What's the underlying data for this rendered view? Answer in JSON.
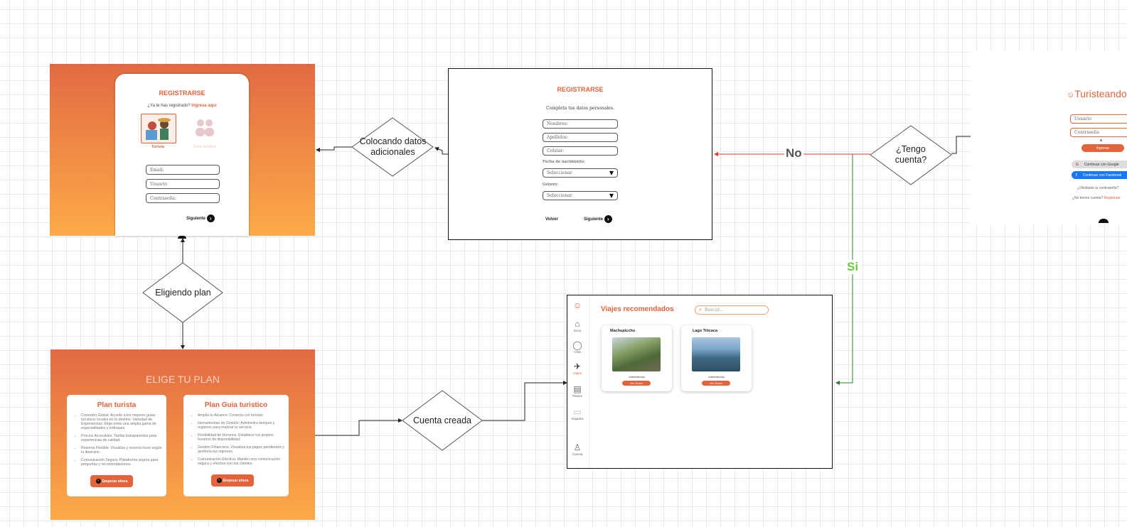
{
  "colors": {
    "accent": "#e4633b",
    "no_edge": "#e53935",
    "si_edge": "#2e7d32",
    "si_label": "#66cc44"
  },
  "diamonds": {
    "adicionales": "Colocando datos adicionales",
    "tengo": "¿Tengo cuenta?",
    "eligiendo": "Eligiendo plan",
    "creada": "Cuenta creada"
  },
  "edges": {
    "no": "No",
    "si": "Si"
  },
  "register1": {
    "title": "REGISTRARSE",
    "question": "¿Ya te has registrado?",
    "login_link": "Ingresa aquí",
    "role_tourist": "Turista",
    "role_guide": "Guía turístico",
    "email": "Email:",
    "user": "Usuario",
    "password": "Contraseña:",
    "next": "Siguiente"
  },
  "register2": {
    "title": "REGISTRARSE",
    "subtitle": "Completa tus datos personales.",
    "names": "Nombres:",
    "surnames": "Apellidos:",
    "phone": "Celular:",
    "dob_label": "Fecha de nacimiento:",
    "select": "Seleccionar",
    "gender_label": "Género:",
    "back": "Volver",
    "next": "Siguiente"
  },
  "login": {
    "brand": "Turisteando",
    "user": "Usuario",
    "password": "Contraseña",
    "login_btn": "Ingresar",
    "google": "Continuar con Google",
    "facebook": "Continuar con Facebook",
    "forgot": "¿Olvidaste tu contraseña?",
    "no_account": "¿No tienes cuenta?",
    "register_link": "Registrate"
  },
  "plans": {
    "title": "ELIGE TU PLAN",
    "tourist": {
      "name": "Plan turista",
      "items": [
        "Conexión Global: Accede a los mejores guías turísticos locales en tu destino. Variedad de Experiencias: Elige entre una amplia gama de especialidades y enfoques.",
        "Precios Accesibles: Tarifas transparentes para experiencias de calidad.",
        "Reserva Flexible: Visualiza y reserva tours según tu itinerario.",
        "Comunicación Segura: Plataforma segura para preguntas y recomendaciones."
      ],
      "cta": "Empezar ahora"
    },
    "guide": {
      "name": "Plan Guia turistico",
      "items": [
        "Amplía tu Alcance: Conecta con turistas",
        "Herramientas de Gestión: Administra tiempos y registros para mejorar tu servicio.",
        "Flexibilidad de Horarios: Establece tus propios horarios de disponibilidad.",
        "Gestión Financiera: Visualiza tus pagos pendientes y gestiona tus ingresos.",
        "Comunicación Efectiva: Mantén una comunicación segura y efectiva con tus clientes."
      ],
      "cta": "Empezar ahora"
    }
  },
  "home": {
    "title": "Viajes recomendados",
    "search_placeholder": "Buscar...",
    "nav": [
      {
        "label": "Inicio",
        "icon": "home-icon"
      },
      {
        "label": "Chat",
        "icon": "chat-icon"
      },
      {
        "label": "Viajes",
        "icon": "trips-icon"
      },
      {
        "label": "Planes",
        "icon": "clipboard-icon"
      },
      {
        "label": "Viajados",
        "icon": "ticket-icon"
      },
      {
        "label": "Cuenta",
        "icon": "user-icon"
      }
    ],
    "trips": [
      {
        "name": "Machupicchu",
        "sub": "Interferencia",
        "btn": "Ver Guías"
      },
      {
        "name": "Lago Titicaca",
        "sub": "Interferencia",
        "btn": "Ver Guías"
      }
    ]
  }
}
